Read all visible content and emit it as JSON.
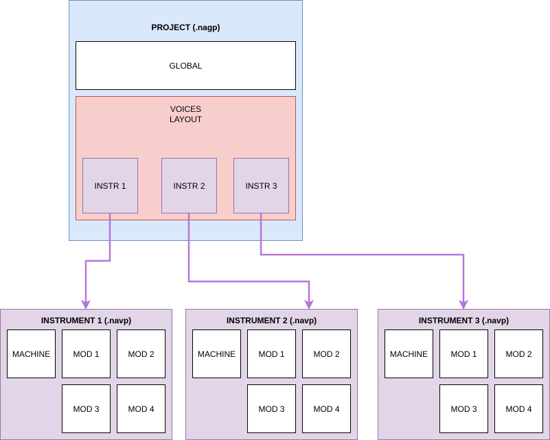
{
  "project": {
    "title": "PROJECT (.nagp)",
    "global_label": "GLOBAL",
    "voices_label_line1": "VOICES",
    "voices_label_line2": "LAYOUT",
    "instr_slots": [
      "INSTR 1",
      "INSTR 2",
      "INSTR 3"
    ]
  },
  "instruments": [
    {
      "title": "INSTRUMENT 1 (.navp)",
      "machine": "MACHINE",
      "mods": [
        "MOD 1",
        "MOD 2",
        "MOD 3",
        "MOD 4"
      ]
    },
    {
      "title": "INSTRUMENT 2 (.navp)",
      "machine": "MACHINE",
      "mods": [
        "MOD 1",
        "MOD 2",
        "MOD 3",
        "MOD 4"
      ]
    },
    {
      "title": "INSTRUMENT 3 (.navp)",
      "machine": "MACHINE",
      "mods": [
        "MOD 1",
        "MOD 2",
        "MOD 3",
        "MOD 4"
      ]
    }
  ],
  "colors": {
    "project_fill": "#dae8fc",
    "project_stroke": "#6c8ebf",
    "voices_fill": "#f8cecc",
    "voices_stroke": "#b85450",
    "instrument_fill": "#e1d5e7",
    "instrument_stroke": "#9673a6",
    "connector": "#b675d8"
  }
}
